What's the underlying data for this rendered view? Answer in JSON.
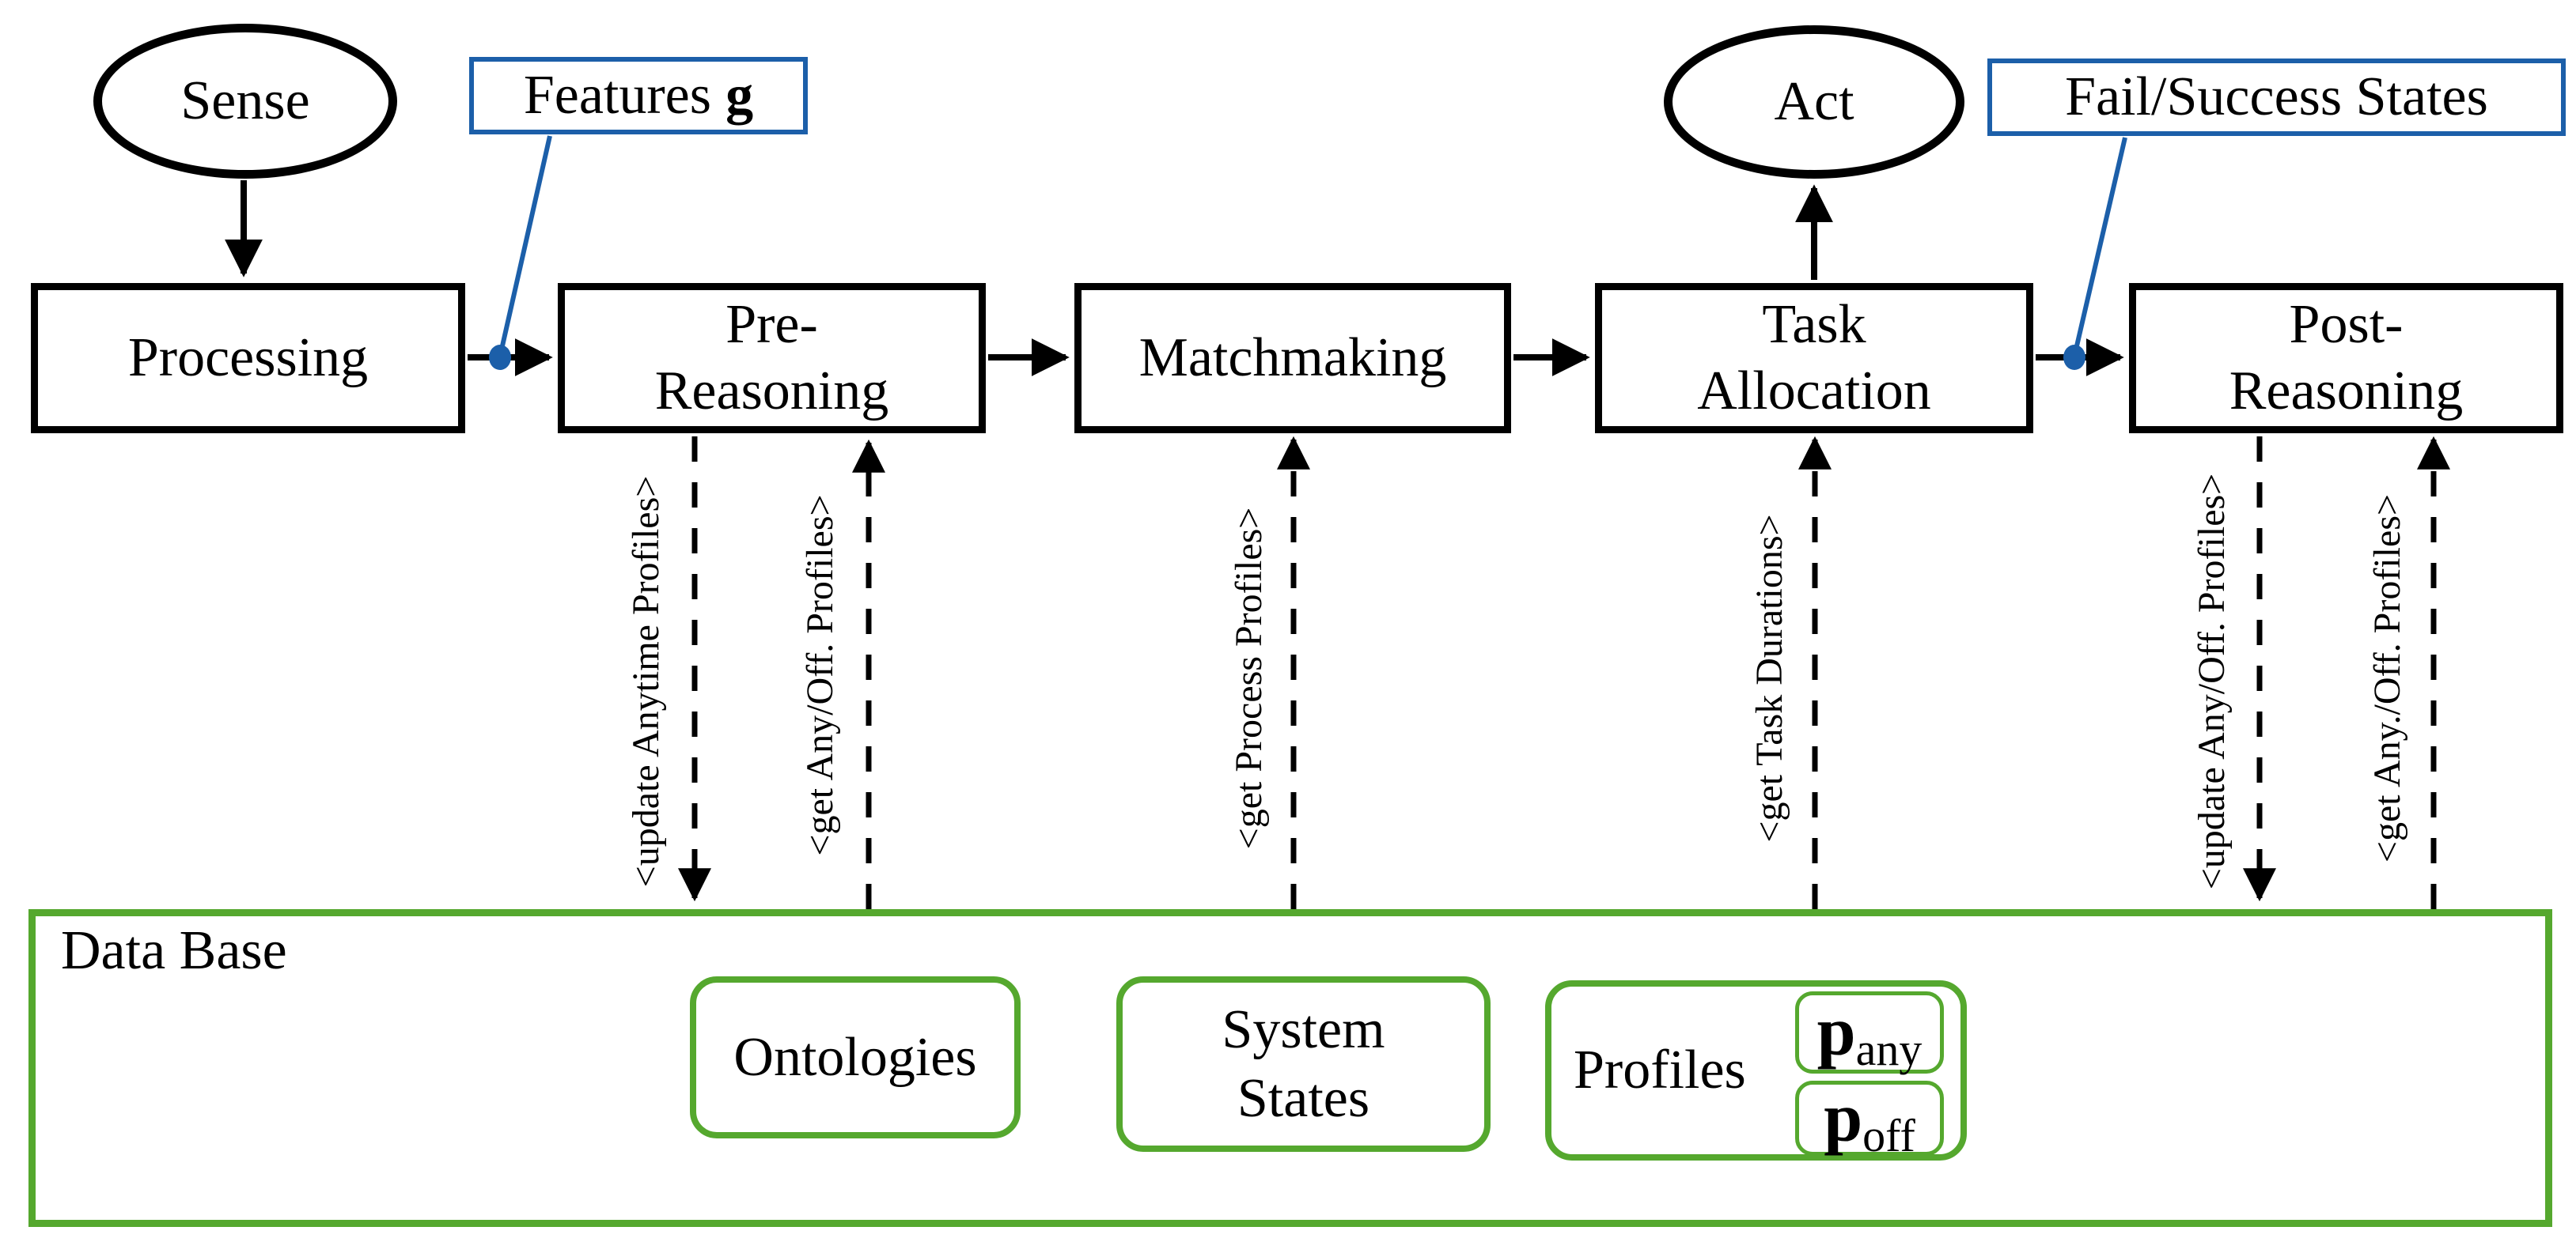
{
  "flow": {
    "sense": "Sense",
    "processing": "Processing",
    "pre_reasoning": "Pre-\nReasoning",
    "matchmaking": "Matchmaking",
    "task_allocation": "Task\nAllocation",
    "post_reasoning": "Post-\nReasoning",
    "act": "Act"
  },
  "callouts": {
    "features_text": "Features",
    "features_symbol": "g",
    "fail_success": "Fail/Success States"
  },
  "db_calls": [
    "<update Anytime Profiles>",
    "<get Any/Off. Profiles>",
    "<get Process Profiles>",
    "<get Task Durations>",
    "<update Any/Off. Profiles>",
    "<get Any./Off. Profiles>"
  ],
  "database": {
    "title": "Data Base",
    "ontologies": "Ontologies",
    "system_states": "System\nStates",
    "profiles": "Profiles",
    "profile_any": {
      "base": "p",
      "sub": "any"
    },
    "profile_off": {
      "base": "p",
      "sub": "off"
    }
  },
  "colors": {
    "annotation_blue": "#1c5fa9",
    "database_green": "#55a82e",
    "line_black": "#000000"
  }
}
